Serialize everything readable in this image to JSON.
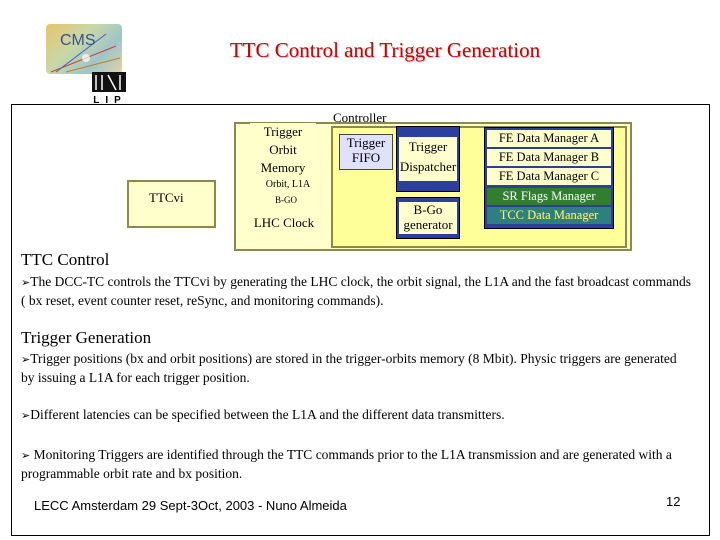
{
  "slide": {
    "title": "TTC Control and Trigger Generation",
    "diagram": {
      "controller_label": "Controller",
      "trigger_orbit_memory": [
        "Trigger",
        "Orbit",
        "Memory"
      ],
      "orbit_l1a": "Orbit, L1A",
      "b_go_signal": "B-GO",
      "lhc_clock": "LHC Clock",
      "ttcvi": "TTCvi",
      "trigger_fifo": [
        "Trigger",
        "FIFO"
      ],
      "trigger_dispatcher": [
        "Trigger",
        "Dispatcher"
      ],
      "b_go_generator": [
        "B-Go",
        "generator"
      ],
      "fe_managers": [
        "FE Data Manager A",
        "FE Data Manager B",
        "FE Data Manager C",
        "SR Flags Manager",
        "TCC Data Manager"
      ]
    },
    "sections": {
      "ttc_control": {
        "heading": "TTC Control",
        "text": "The DCC-TC controls the TTCvi by generating the LHC clock, the orbit signal, the L1A and the fast broadcast commands ( bx reset, event counter reset, reSync, and monitoring commands)."
      },
      "trigger_generation": {
        "heading": "Trigger Generation",
        "bullets": [
          "Trigger positions (bx and orbit positions) are stored in the trigger-orbits memory (8 Mbit). Physic triggers are generated by issuing a L1A for each trigger position.",
          "Different latencies can be specified between the L1A and the different data transmitters.",
          " Monitoring Triggers are identified through the TTC commands prior to the L1A transmission and are generated with a programmable orbit rate and bx position."
        ]
      }
    },
    "footer": "LECC Amsterdam 29 Sept-3Oct, 2003 - Nuno Almeida",
    "page_number": "12",
    "logos": {
      "cms": "CMS",
      "lip": "LIP"
    }
  }
}
